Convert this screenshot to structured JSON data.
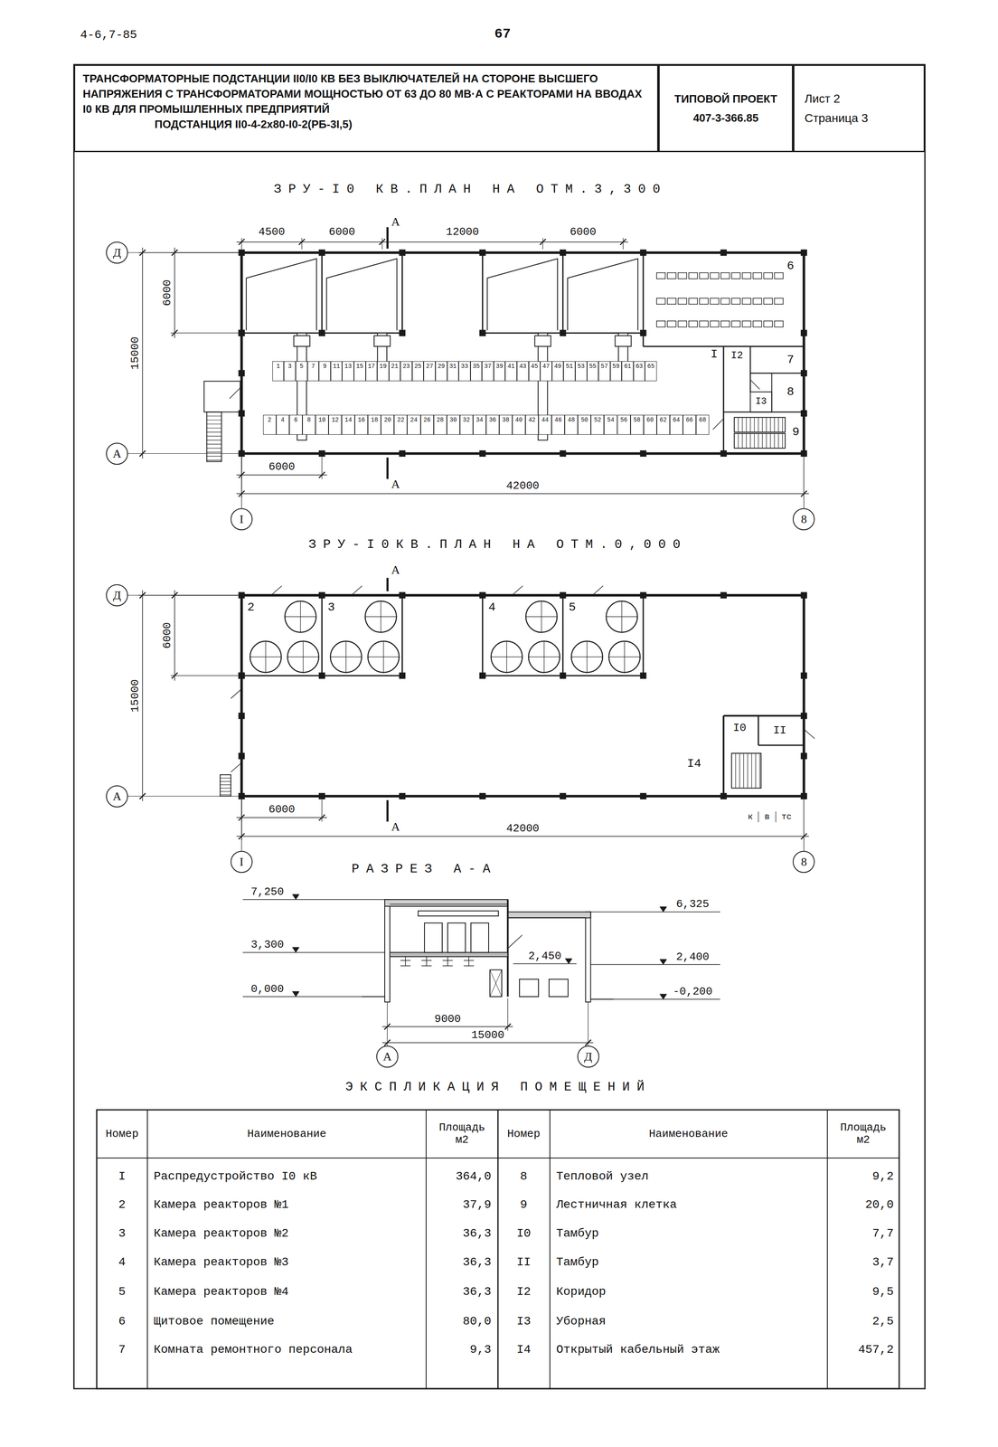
{
  "diagram": {
    "nodes": [
      {
        "text": [
          "ТРАНСФОРМАТОРНЫЕ ПОДСТАНЦИИ II0/I0 КВ БЕЗ ВЫКЛЮЧАТЕЛЕЙ НА СТОРОНЕ ВЫСШЕГО НАПРЯЖЕНИЯ С ТРАНСФОРМАТОРАМИ МОЩНОСТЬЮ ОТ 63 ДО 80 МВ·А С РЕАКТОРАМИ НА ВВОДАХ I0 КВ ДЛЯ ПРОМЫШЛЕННЫХ ПРЕДПРИЯТИЙ",
          "ПОДСТАНЦИЯ II0-4-2х80-I0-2(РБ-3I,5)"
        ]
      },
      {
        "text": [
          "ТИПОВОЙ ПРОЕКТ",
          "407-3-366.85"
        ]
      },
      {
        "text": [
          "Лист 2",
          "Страница 3"
        ]
      },
      {
        "text": [
          "Д"
        ]
      },
      {
        "text": [
          "А"
        ]
      },
      {
        "text": [
          "I"
        ]
      },
      {
        "text": [
          "8"
        ]
      },
      {
        "text": [
          "1"
        ]
      },
      {
        "text": [
          "3"
        ]
      },
      {
        "text": [
          "5"
        ]
      },
      {
        "text": [
          "7"
        ]
      },
      {
        "text": [
          "9"
        ]
      },
      {
        "text": [
          "11"
        ]
      },
      {
        "text": [
          "13"
        ]
      },
      {
        "text": [
          "15"
        ]
      },
      {
        "text": [
          "17"
        ]
      },
      {
        "text": [
          "19"
        ]
      },
      {
        "text": [
          "21"
        ]
      },
      {
        "text": [
          "23"
        ]
      },
      {
        "text": [
          "25"
        ]
      },
      {
        "text": [
          "27"
        ]
      },
      {
        "text": [
          "29"
        ]
      },
      {
        "text": [
          "31"
        ]
      },
      {
        "text": [
          "33"
        ]
      },
      {
        "text": [
          "35"
        ]
      },
      {
        "text": [
          "37"
        ]
      },
      {
        "text": [
          "39"
        ]
      },
      {
        "text": [
          "41"
        ]
      },
      {
        "text": [
          "43"
        ]
      },
      {
        "text": [
          "45"
        ]
      },
      {
        "text": [
          "47"
        ]
      },
      {
        "text": [
          "49"
        ]
      },
      {
        "text": [
          "51"
        ]
      },
      {
        "text": [
          "53"
        ]
      },
      {
        "text": [
          "55"
        ]
      },
      {
        "text": [
          "57"
        ]
      },
      {
        "text": [
          "59"
        ]
      },
      {
        "text": [
          "61"
        ]
      },
      {
        "text": [
          "63"
        ]
      },
      {
        "text": [
          "65"
        ]
      },
      {
        "text": [
          "2"
        ]
      },
      {
        "text": [
          "4"
        ]
      },
      {
        "text": [
          "6"
        ]
      },
      {
        "text": [
          "8"
        ]
      },
      {
        "text": [
          "10"
        ]
      },
      {
        "text": [
          "12"
        ]
      },
      {
        "text": [
          "14"
        ]
      },
      {
        "text": [
          "16"
        ]
      },
      {
        "text": [
          "18"
        ]
      },
      {
        "text": [
          "20"
        ]
      },
      {
        "text": [
          "22"
        ]
      },
      {
        "text": [
          "24"
        ]
      },
      {
        "text": [
          "26"
        ]
      },
      {
        "text": [
          "28"
        ]
      },
      {
        "text": [
          "30"
        ]
      },
      {
        "text": [
          "32"
        ]
      },
      {
        "text": [
          "34"
        ]
      },
      {
        "text": [
          "36"
        ]
      },
      {
        "text": [
          "38"
        ]
      },
      {
        "text": [
          "40"
        ]
      },
      {
        "text": [
          "42"
        ]
      },
      {
        "text": [
          "44"
        ]
      },
      {
        "text": [
          "46"
        ]
      },
      {
        "text": [
          "48"
        ]
      },
      {
        "text": [
          "50"
        ]
      },
      {
        "text": [
          "52"
        ]
      },
      {
        "text": [
          "54"
        ]
      },
      {
        "text": [
          "56"
        ]
      },
      {
        "text": [
          "58"
        ]
      },
      {
        "text": [
          "60"
        ]
      },
      {
        "text": [
          "62"
        ]
      },
      {
        "text": [
          "64"
        ]
      },
      {
        "text": [
          "66"
        ]
      },
      {
        "text": [
          "68"
        ]
      },
      {
        "text": [
          "Д"
        ]
      },
      {
        "text": [
          "А"
        ]
      },
      {
        "text": [
          "I"
        ]
      },
      {
        "text": [
          "8"
        ]
      },
      {
        "text": [
          "А"
        ]
      },
      {
        "text": [
          "Д"
        ]
      }
    ],
    "labels": [
      "4-6,7-85",
      "67",
      "ЗРУ-I0 КВ.ПЛАН НА ОТМ.3,300",
      "4500",
      "6000",
      "12000",
      "6000",
      "6000",
      "15000",
      "6000",
      "42000",
      "А",
      "А",
      "6",
      "I",
      "I2",
      "7",
      "8",
      "I3",
      "9",
      "ЗРУ-I0КВ.ПЛАН НА ОТМ.0,000",
      "6000",
      "15000",
      "6000",
      "42000",
      "А",
      "А",
      "2",
      "3",
      "4",
      "5",
      "I0",
      "II",
      "I4",
      "к",
      "в",
      "тс",
      "РАЗРЕЗ А-А",
      "7,250",
      "3,300",
      "0,000",
      "6,325",
      "2,450",
      "2,400",
      "-0,200",
      "9000",
      "15000",
      "ЭКСПЛИКАЦИЯ ПОМЕЩЕНИЙ",
      "Номер",
      "Наименование",
      "Площадь м2",
      "Номер",
      "Наименование",
      "Площадь м2",
      "I",
      "Распредустройство I0 кВ",
      "364,0",
      "8",
      "Тепловой узел",
      "9,2",
      "2",
      "Камера реакторов №1",
      "37,9",
      "9",
      "Лестничная клетка",
      "20,0",
      "3",
      "Камера реакторов №2",
      "36,3",
      "I0",
      "Тамбур",
      "7,7",
      "4",
      "Камера реакторов №3",
      "36,3",
      "II",
      "Тамбур",
      "3,7",
      "5",
      "Камера реакторов №4",
      "36,3",
      "I2",
      "Коридор",
      "9,5",
      "6",
      "Щитовое помещение",
      "80,0",
      "I3",
      "Уборная",
      "2,5",
      "7",
      "Комната ремонтного персонала",
      "9,3",
      "I4",
      "Открытый кабельный этаж",
      "457,2"
    ]
  }
}
